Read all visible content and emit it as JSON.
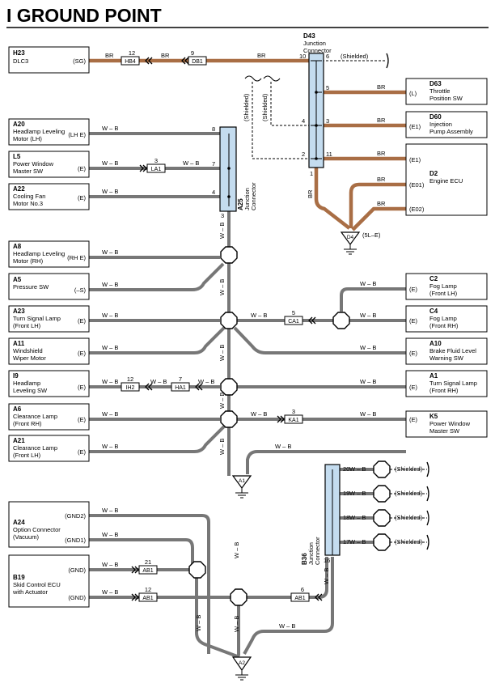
{
  "title": "I GROUND POINT",
  "colors": {
    "brown": "#a96e45",
    "highlight": "#c4dcef",
    "wire_gray": "#777777"
  },
  "boxes": {
    "h23": {
      "code": "H23",
      "name": [
        "DLC3"
      ],
      "pin": "(SG)"
    },
    "a20": {
      "code": "A20",
      "name": [
        "Headlamp Leveling",
        "Motor (LH)"
      ],
      "pin": "(LH E)"
    },
    "l5": {
      "code": "L5",
      "name": [
        "Power Window",
        "Master SW"
      ],
      "pin": "(E)"
    },
    "a22": {
      "code": "A22",
      "name": [
        "Cooling Fan",
        "Motor No.3"
      ],
      "pin": "(E)"
    },
    "a8": {
      "code": "A8",
      "name": [
        "Headlamp Leveling",
        "Motor (RH)"
      ],
      "pin": "(RH E)"
    },
    "a5": {
      "code": "A5",
      "name": [
        "Pressure SW"
      ],
      "pin": "(–S)"
    },
    "a23": {
      "code": "A23",
      "name": [
        "Turn Signal Lamp",
        "(Front LH)"
      ],
      "pin": "(E)"
    },
    "a11": {
      "code": "A11",
      "name": [
        "Windshield",
        "Wiper Motor"
      ],
      "pin": "(E)"
    },
    "i9": {
      "code": "I9",
      "name": [
        "Headlamp",
        "Leveling SW"
      ],
      "pin": "(E)"
    },
    "a6": {
      "code": "A6",
      "name": [
        "Clearance Lamp",
        "(Front RH)"
      ],
      "pin": "(E)"
    },
    "a21": {
      "code": "A21",
      "name": [
        "Clearance Lamp",
        "(Front LH)"
      ],
      "pin": "(E)"
    },
    "a24": {
      "code": "A24",
      "name": [
        "Option Connector",
        "(Vacuum)"
      ],
      "pin": "(GND2)",
      "pin2": "(GND1)"
    },
    "b19": {
      "code": "B19",
      "name": [
        "Skid Control ECU",
        "with Actuator"
      ],
      "pin": "(GND)",
      "pin2": "(GND)"
    },
    "d63": {
      "code": "D63",
      "name": [
        "Throttle",
        "Position SW"
      ],
      "pin": "(L)"
    },
    "d60": {
      "code": "D60",
      "name": [
        "Injection",
        "Pump Assembly"
      ],
      "pin": "(E1)"
    },
    "d2": {
      "code": "D2",
      "name": [
        "Engine ECU"
      ],
      "pin": "(E1)",
      "pin2": "(E01)",
      "pin3": "(E02)"
    },
    "c2": {
      "code": "C2",
      "name": [
        "Fog Lamp",
        "(Front LH)"
      ],
      "pin": "(E)"
    },
    "c4": {
      "code": "C4",
      "name": [
        "Fog Lamp",
        "(Front RH)"
      ],
      "pin": "(E)"
    },
    "a10": {
      "code": "A10",
      "name": [
        "Brake Fluid Level",
        "Warning SW"
      ],
      "pin": "(E)"
    },
    "a1": {
      "code": "A1",
      "name": [
        "Turn Signal Lamp",
        "(Front RH)"
      ],
      "pin": "(E)"
    },
    "k5": {
      "code": "K5",
      "name": [
        "Power Window",
        "Master SW"
      ],
      "pin": "(E)"
    }
  },
  "junctions": {
    "d43": {
      "code": "D43",
      "name": [
        "Junction",
        "Connector"
      ]
    },
    "a25": {
      "code": "A25",
      "name": [
        "Junction",
        "Connector"
      ]
    },
    "b36": {
      "code": "B36",
      "name": [
        "Junction",
        "Connector"
      ]
    }
  },
  "connectors": {
    "hb4": "HB4",
    "db1": "DB1",
    "la1": "LA1",
    "ca1": "CA1",
    "ih2": "IH2",
    "ha1": "HA1",
    "ka1": "KA1",
    "ab1": "AB1"
  },
  "grounds": {
    "d4": "D4",
    "d4_note": "(5L–E)",
    "a1": "A1",
    "a2": "A2"
  },
  "labels": {
    "br": "BR",
    "wb": "W – B",
    "shielded": "(Shielded)"
  },
  "pins": {
    "hb4": "12",
    "db1": "9",
    "d43_10": "10",
    "d43_6": "6",
    "d43_5": "5",
    "d43_4": "4",
    "d43_3": "3",
    "d43_2": "2",
    "d43_11": "11",
    "d43_1": "1",
    "a25_8": "8",
    "a25_7": "7",
    "a25_4": "4",
    "a25_3": "3",
    "la1": "3",
    "ca1": "5",
    "ih2": "12",
    "ha1": "7",
    "ka1": "3",
    "b36_20": "20",
    "b36_19": "19",
    "b36_18": "18",
    "b36_17": "17",
    "b36_16": "16",
    "ab1_21": "21",
    "ab1_12": "12",
    "ab1_6": "6"
  }
}
